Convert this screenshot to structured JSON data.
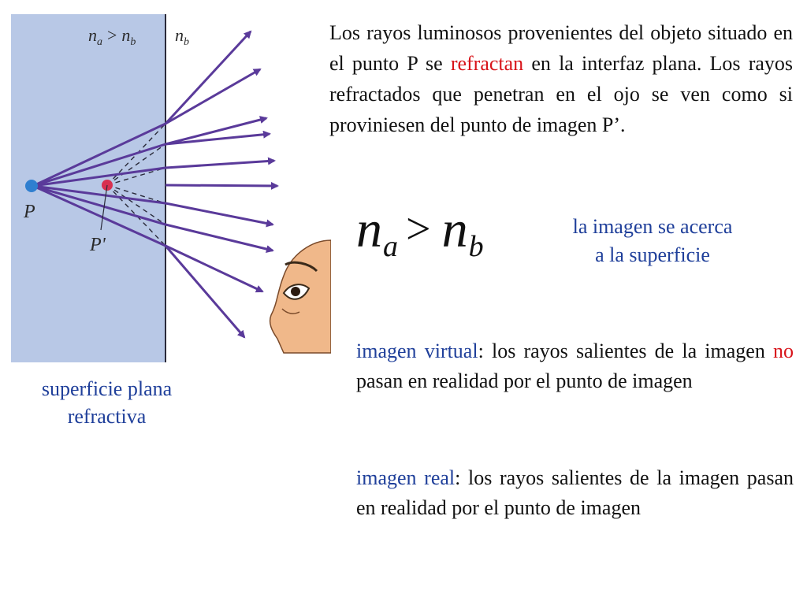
{
  "figure": {
    "header_left": {
      "n": "n",
      "a": "a",
      "gt": ">",
      "n2": "n",
      "b": "b"
    },
    "header_right": {
      "n": "n",
      "b": "b"
    },
    "label_p": "P",
    "label_p_prime": "P'",
    "colors": {
      "medium": "#b8c8e6",
      "ray": "#5a3a9a",
      "point_p": "#2f7fd0",
      "point_p_prime": "#d83050",
      "surface": "#2a2a3a",
      "skin": "#f0b88a"
    }
  },
  "caption": {
    "line1": "superficie plana",
    "line2": "refractiva"
  },
  "paragraph_top": {
    "before": "Los rayos luminosos provenientes del objeto situado en el punto P se ",
    "highlight": "refractan",
    "after": " en la interfaz plana. Los rayos refractados que penetran en el ojo se ven como si proviniesen del punto de imagen P’."
  },
  "formula": {
    "n1": "n",
    "sub1": "a",
    "gt": ">",
    "n2": "n",
    "sub2": "b"
  },
  "note": {
    "line1": "la imagen se acerca",
    "line2": "a la superficie"
  },
  "virtual": {
    "term": "imagen virtual",
    "text1": ": los rayos salientes de la imagen ",
    "no": "no",
    "text2": " pasan en realidad por el punto de imagen"
  },
  "real": {
    "term": "imagen real",
    "text": ": los rayos salientes de la imagen pasan en realidad por el punto de imagen"
  }
}
